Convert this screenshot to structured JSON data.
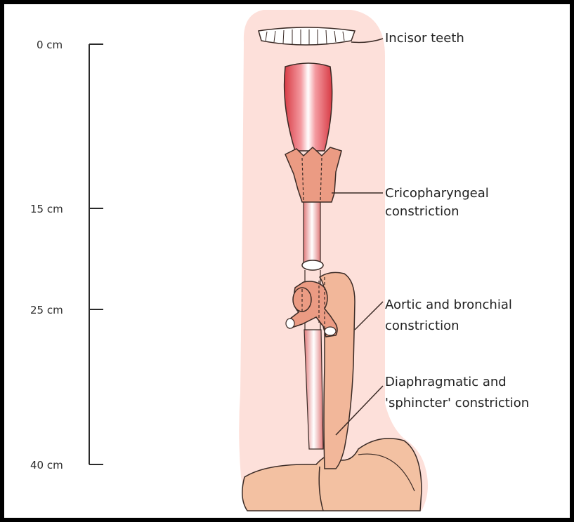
{
  "scale": {
    "ticks": [
      {
        "label": "0 cm"
      },
      {
        "label": "15 cm"
      },
      {
        "label": "25 cm"
      },
      {
        "label": "40 cm"
      }
    ]
  },
  "annotations": {
    "incisor": "Incisor teeth",
    "crico_1": "Cricopharyngeal",
    "crico_2": "constriction",
    "aortic_1": "Aortic and bronchial",
    "aortic_2": "constriction",
    "diaphragm_1": "Diaphragmatic and",
    "diaphragm_2": "'sphincter' constriction"
  },
  "colors": {
    "background": "#000000",
    "panel": "#ffffff",
    "body_silhouette": "#fde0da",
    "pharynx": "#e8525a",
    "cartilage": "#eb9b83",
    "esophagus": "#f2b79a",
    "stomach": "#f3c1a2",
    "outline": "#3a2a25"
  }
}
